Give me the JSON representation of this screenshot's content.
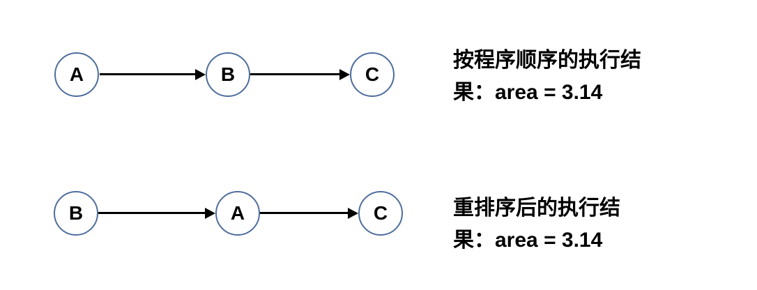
{
  "colors": {
    "background": "#ffffff",
    "node_stroke": "#4e6d9c",
    "arrow": "#000000",
    "text": "#000000"
  },
  "rows": [
    {
      "nodes": [
        "A",
        "B",
        "C"
      ],
      "caption_lines": [
        "按程序顺序的执行结",
        "果：area = 3.14"
      ],
      "caption_full": "按程序顺序的执行结果：area = 3.14"
    },
    {
      "nodes": [
        "B",
        "A",
        "C"
      ],
      "caption_lines": [
        "重排序后的执行结",
        "果：area = 3.14"
      ],
      "caption_full": "重排序后的执行结果：area = 3.14"
    }
  ]
}
